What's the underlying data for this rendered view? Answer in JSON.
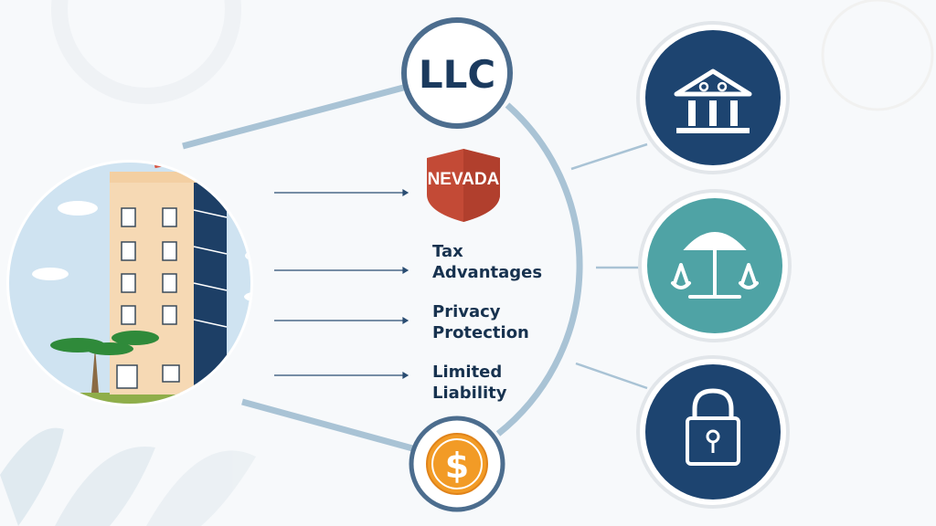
{
  "llc_label": "LLC",
  "state_badge": "NEVADA",
  "benefits": [
    {
      "line1": "Tax",
      "line2": "Advantages"
    },
    {
      "line1": "Privacy",
      "line2": "Protection"
    },
    {
      "line1": "Limited",
      "line2": "Liability"
    }
  ],
  "dollar_symbol": "$",
  "icons": [
    "bank-icon",
    "scales-icon",
    "lock-icon",
    "dollar-coin-icon",
    "building-icon"
  ],
  "colors": {
    "navy": "#1d4470",
    "teal": "#4fa3a5",
    "red": "#c34a36",
    "orange": "#f29b26",
    "ring": "#aac4d6"
  }
}
